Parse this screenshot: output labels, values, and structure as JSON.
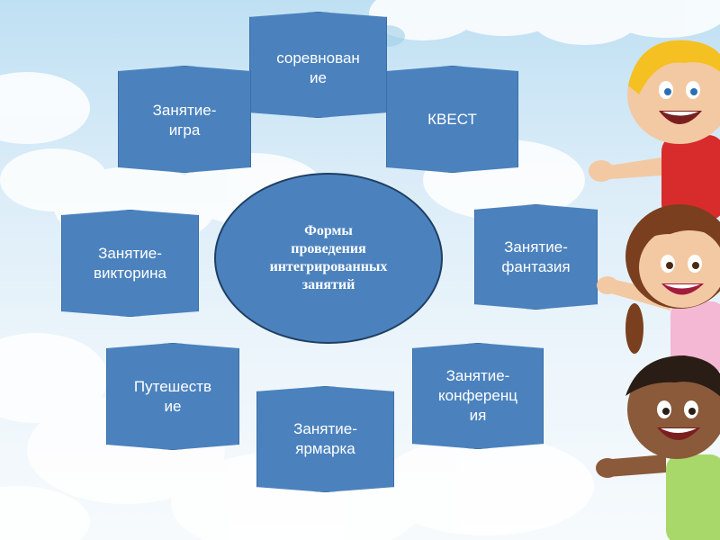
{
  "center": {
    "label": "Формы\nпроведения\nинтегрированных\nзанятий"
  },
  "boxes": {
    "competition": "соревнован\nие",
    "quest": "КВЕСТ",
    "lesson_game": "Занятие-\nигра",
    "quiz": "Занятие-\nвикторина",
    "fantasy": "Занятие-\nфантазия",
    "journey": "Путешеств\nие",
    "conference": "Занятие-\nконференц\nия",
    "fair": "Занятие-\nярмарка"
  },
  "colors": {
    "box_fill": "#4b82be",
    "box_border": "#3b6fa6",
    "ellipse_border": "#1f3f63",
    "text": "#ffffff",
    "sky": "#bfe0f3"
  },
  "decor": {
    "background": "cloud-sky-background",
    "illustration": "children-cartoon"
  }
}
